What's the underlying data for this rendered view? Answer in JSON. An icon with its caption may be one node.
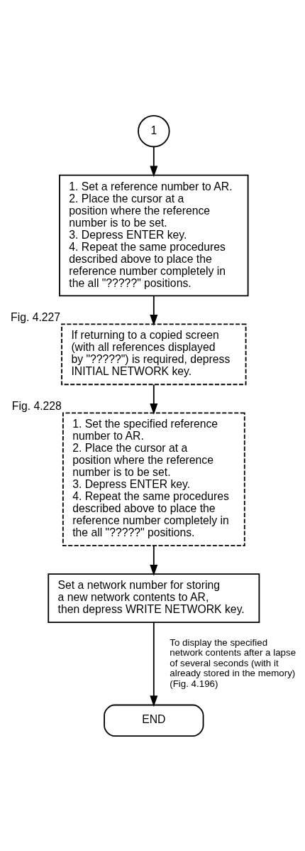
{
  "diagram": {
    "nodes": [
      {
        "text": [
          "1"
        ]
      },
      {
        "text": [
          "1. Set a reference number to AR.",
          "2. Place the cursor at a position where the reference number is to be set.",
          "3. Depress ENTER key.",
          "4. Repeat the same procedures described above to place the reference number completely in the all \"?????\" positions."
        ]
      },
      {
        "text": [
          "If returning to a copied screen (with all references displayed by \"?????\") is required, depress INITIAL NETWORK key."
        ],
        "beside": [
          "Fig. 4.227"
        ]
      },
      {
        "text": [
          "1. Set the specified reference number to AR.",
          "2. Place the cursor at a position where the reference number is to be set.",
          "3. Depress ENTER key.",
          "4. Repeat the same procedures described above to place the reference number completely in the all \"?????\" positions."
        ],
        "beside": [
          "Fig. 4.228"
        ]
      },
      {
        "text": [
          "Set a network number for storing a new network contents to AR, then depress WRITE NETWORK key."
        ]
      },
      {
        "text": [
          "END"
        ]
      }
    ],
    "edges": [
      {
        "from": 0,
        "to": 1,
        "arrow": "to"
      },
      {
        "from": 1,
        "to": 2,
        "arrow": "to"
      },
      {
        "from": 2,
        "to": 3,
        "arrow": "to"
      },
      {
        "from": 3,
        "to": 4,
        "arrow": "to"
      },
      {
        "from": 4,
        "to": 5,
        "arrow": "to",
        "label": "To display the specified network contents after a lapse of several seconds (with it already stored in the memory) (Fig. 4.196)"
      }
    ]
  }
}
